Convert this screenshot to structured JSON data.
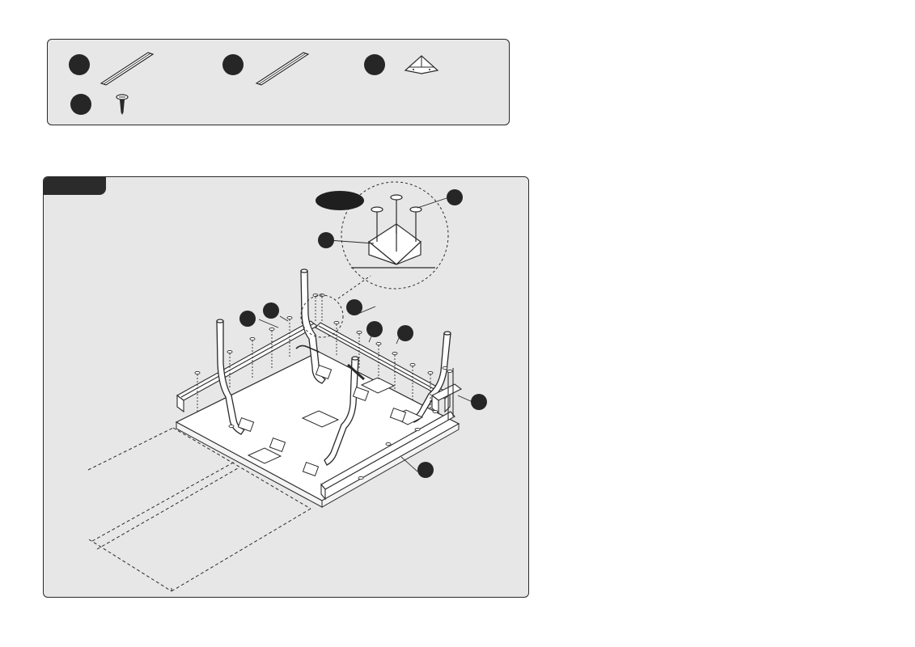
{
  "parts_panel": {
    "parts": [
      {
        "id": "rail-a",
        "icon": "rail-icon"
      },
      {
        "id": "rail-b",
        "icon": "rail-icon"
      },
      {
        "id": "corner-bracket",
        "icon": "corner-bracket-icon"
      },
      {
        "id": "screw",
        "icon": "screw-icon"
      }
    ]
  },
  "step_panel": {
    "step_label": "",
    "detail_callout": "",
    "colors": {
      "line": "#2a2a2a",
      "panel": "#e7e7e8",
      "marker": "#262626"
    }
  }
}
